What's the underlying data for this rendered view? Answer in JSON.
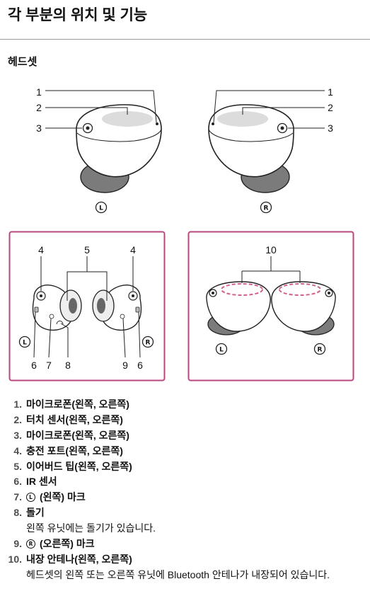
{
  "page": {
    "title": "각 부분의 위치 및 기능",
    "section": "헤드셋"
  },
  "figures": {
    "top": {
      "left_labels": [
        "1",
        "2",
        "3"
      ],
      "right_labels": [
        "1",
        "2",
        "3"
      ],
      "left_mark": "L",
      "right_mark": "R"
    },
    "box_left": {
      "labels_top": [
        "4",
        "5",
        "4"
      ],
      "labels_bottom": [
        "6",
        "7",
        "8",
        "9",
        "6"
      ],
      "left_mark": "L",
      "right_mark": "R"
    },
    "box_right": {
      "label_top": "10",
      "left_mark": "L",
      "right_mark": "R"
    },
    "colors": {
      "frame": "#b9477f",
      "antenna": "#d1608f",
      "touch_sensor": "#dcdcdc",
      "ear_tip": "#7b7b7b"
    }
  },
  "parts": [
    {
      "num": "1.",
      "label": "마이크로폰(왼쪽, 오른쪽)"
    },
    {
      "num": "2.",
      "label": "터치 센서(왼쪽, 오른쪽)"
    },
    {
      "num": "3.",
      "label": "마이크로폰(왼쪽, 오른쪽)"
    },
    {
      "num": "4.",
      "label": "충전 포트(왼쪽, 오른쪽)"
    },
    {
      "num": "5.",
      "label": "이어버드 팁(왼쪽, 오른쪽)"
    },
    {
      "num": "6.",
      "label": "IR 센서"
    },
    {
      "num": "7.",
      "mark": "L",
      "label": "(왼쪽) 마크"
    },
    {
      "num": "8.",
      "label": "돌기",
      "note": "왼쪽 유닛에는 돌기가 있습니다."
    },
    {
      "num": "9.",
      "mark": "R",
      "label": "(오른쪽) 마크"
    },
    {
      "num": "10.",
      "label": "내장 안테나(왼쪽, 오른쪽)",
      "note": "헤드셋의 왼쪽 또는 오른쪽 유닛에 Bluetooth 안테나가 내장되어 있습니다."
    }
  ]
}
